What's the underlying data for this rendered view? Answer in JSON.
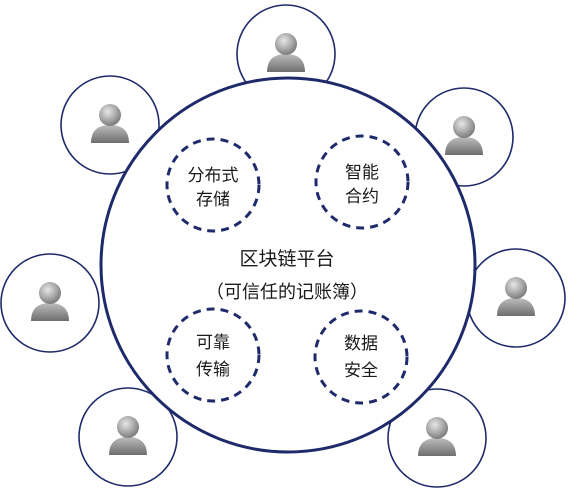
{
  "platform": {
    "title": "区块链平台",
    "subtitle": "（可信任的记账簿）"
  },
  "features": [
    {
      "id": "distributed-storage",
      "lines": [
        "分布式",
        "存储"
      ]
    },
    {
      "id": "smart-contract",
      "lines": [
        "智能",
        "合约"
      ]
    },
    {
      "id": "reliable-transfer",
      "lines": [
        "可靠",
        "传输"
      ]
    },
    {
      "id": "data-security",
      "lines": [
        "数据",
        "安全"
      ]
    }
  ],
  "participants": [
    {
      "icon": "user-icon"
    },
    {
      "icon": "user-icon"
    },
    {
      "icon": "user-icon"
    },
    {
      "icon": "user-icon"
    },
    {
      "icon": "user-icon"
    },
    {
      "icon": "user-icon"
    },
    {
      "icon": "user-icon"
    },
    {
      "icon": "user-icon"
    }
  ],
  "colors": {
    "main_stroke": "#1f2a6b",
    "node_stroke": "#1f2a6b",
    "dash_stroke": "#1f2a6b",
    "user_fill": "#9a9a9a"
  }
}
